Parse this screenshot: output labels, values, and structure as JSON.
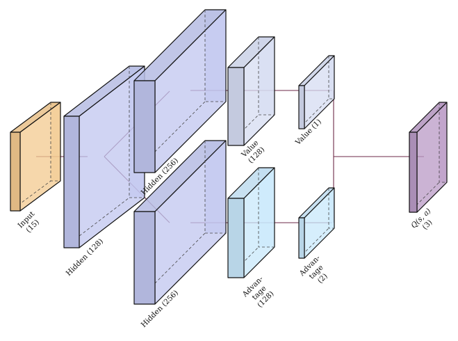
{
  "colors": {
    "input": "#f3c98f",
    "hidden": "#c0c6ef",
    "value": "#d5dcf2",
    "advantage": "#c8e8fb",
    "output": "#b99ac6",
    "connection": "#6e2a48"
  },
  "labels": {
    "input": [
      "Input",
      "(15)"
    ],
    "hidden1": [
      "Hidden (128)"
    ],
    "hidden2a": [
      "Hidden (256)"
    ],
    "hidden2b": [
      "Hidden (256)"
    ],
    "value_hidden": [
      "Value",
      "(128)"
    ],
    "value_out": [
      "Value (1)"
    ],
    "adv_hidden": [
      "Advan-",
      "tage",
      "(128)"
    ],
    "adv_out": [
      "Advan-",
      "tage",
      "(2)"
    ],
    "output": [
      "Q(s, a)",
      "(3)"
    ]
  }
}
